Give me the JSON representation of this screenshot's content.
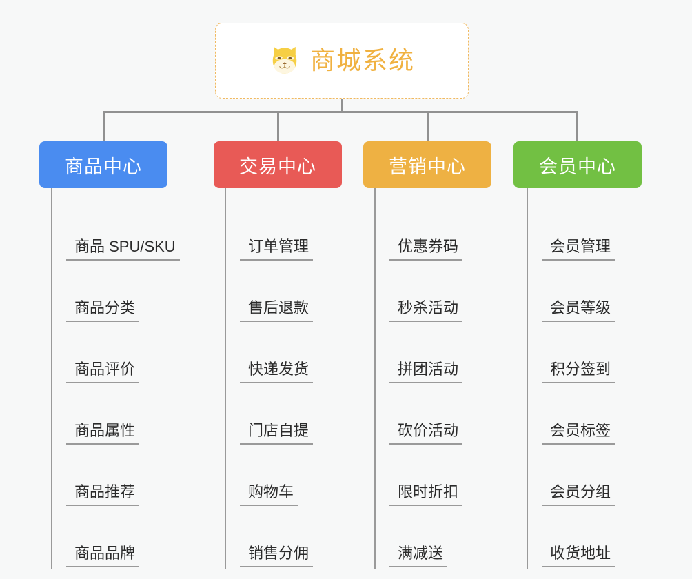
{
  "diagram": {
    "background_color": "#f7f8f8",
    "root": {
      "title": "商城系统",
      "icon": "shiba-dog-icon",
      "text_color": "#f0b140",
      "border_color": "#f0b960",
      "background": "#ffffff"
    },
    "connector_color": "#919191",
    "branches": [
      {
        "title": "商品中心",
        "color": "#4a8cf0",
        "items": [
          "商品 SPU/SKU",
          "商品分类",
          "商品评价",
          "商品属性",
          "商品推荐",
          "商品品牌"
        ]
      },
      {
        "title": "交易中心",
        "color": "#e85a56",
        "items": [
          "订单管理",
          "售后退款",
          "快递发货",
          "门店自提",
          "购物车",
          "销售分佣"
        ]
      },
      {
        "title": "营销中心",
        "color": "#eeb143",
        "items": [
          "优惠券码",
          "秒杀活动",
          "拼团活动",
          "砍价活动",
          "限时折扣",
          "满减送"
        ]
      },
      {
        "title": "会员中心",
        "color": "#72c043",
        "items": [
          "会员管理",
          "会员等级",
          "积分签到",
          "会员标签",
          "会员分组",
          "收货地址"
        ]
      }
    ]
  }
}
